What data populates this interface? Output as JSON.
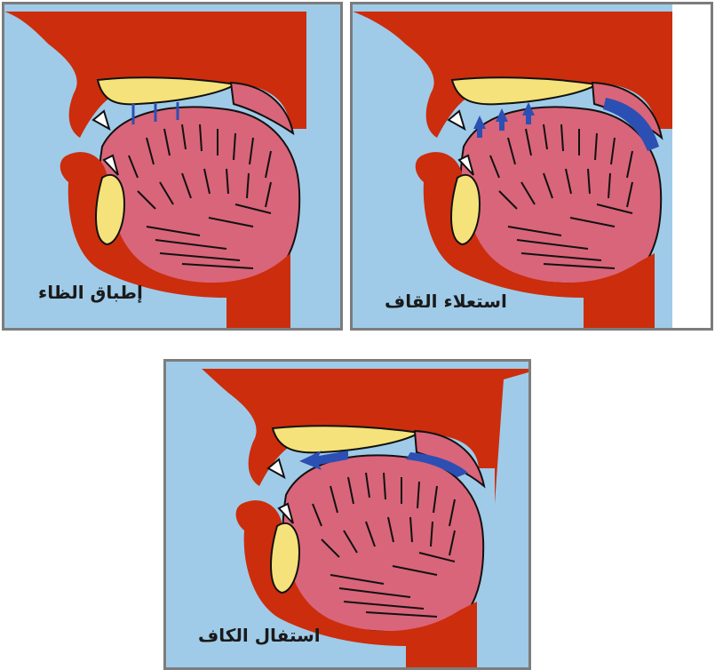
{
  "panels": [
    {
      "caption": "إطباق الظاء"
    },
    {
      "caption": "استعلاء القاف"
    },
    {
      "caption": "استفال الكاف"
    }
  ],
  "colors": {
    "background": "#9fcbe8",
    "flesh": "#cc2d0c",
    "tongue": "#d9657a",
    "bone": "#f5e27a",
    "accent": "#2c4fb3",
    "outline": "#111111"
  }
}
